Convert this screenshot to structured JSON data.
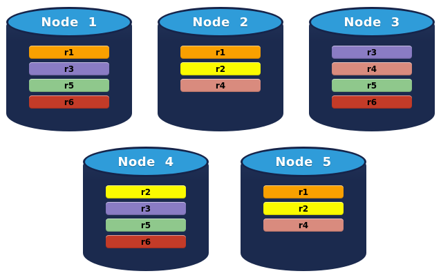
{
  "diagram": {
    "type": "database-replication-diagram",
    "background": "#ffffff",
    "cylinder_body_color": "#1b2a4e",
    "cylinder_top_color": "#2f9cd9",
    "cylinder_outline_color": "#16244a",
    "node_label_color": "#ffffff",
    "bar_label_color": "#000000"
  },
  "replica_colors": {
    "r1": "#f9a000",
    "r2": "#fbfb00",
    "r3": "#8a7cc4",
    "r4": "#d98b7e",
    "r5": "#8fc88c",
    "r6": "#c33b28"
  },
  "rows": [
    {
      "nodes": [
        {
          "label": "Node 1",
          "replicas": [
            "r1",
            "r3",
            "r5",
            "r6"
          ]
        },
        {
          "label": "Node 2",
          "replicas": [
            "r1",
            "r2",
            "r4"
          ]
        },
        {
          "label": "Node 3",
          "replicas": [
            "r3",
            "r4",
            "r5",
            "r6"
          ]
        }
      ]
    },
    {
      "nodes": [
        {
          "label": "Node 4",
          "replicas": [
            "r2",
            "r3",
            "r5",
            "r6"
          ]
        },
        {
          "label": "Node 5",
          "replicas": [
            "r1",
            "r2",
            "r4"
          ]
        }
      ]
    }
  ]
}
